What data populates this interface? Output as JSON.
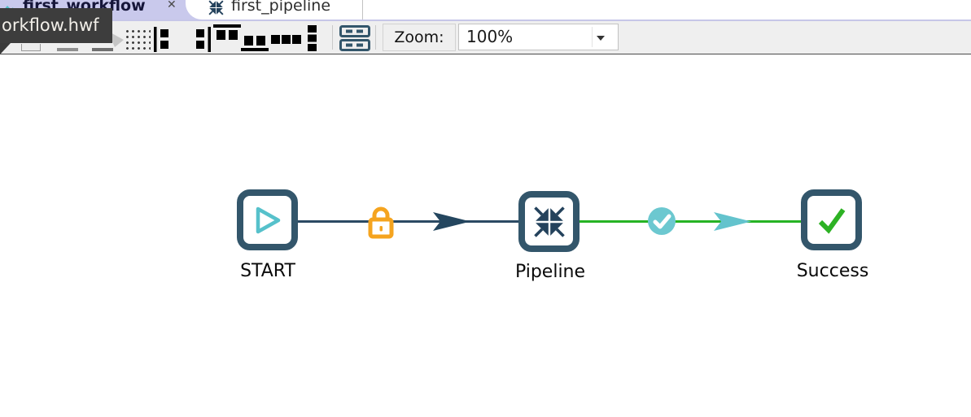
{
  "tabs": [
    {
      "label": "first_workflow",
      "close": "✕",
      "selected": true,
      "icon": "workflow-icon"
    },
    {
      "label": "first_pipeline",
      "selected": false,
      "icon": "pipeline-icon"
    }
  ],
  "tooltip": {
    "text": "orkflow.hwf"
  },
  "toolbar": {
    "zoom_label": "Zoom:",
    "zoom_value": "100%",
    "icons": [
      "snap-to-grid",
      "align-left",
      "align-right",
      "align-top",
      "align-bottom",
      "distribute-horizontally",
      "distribute-vertically",
      "stack-rows"
    ]
  },
  "canvas": {
    "nodes": [
      {
        "label": "START",
        "icon": "play-icon"
      },
      {
        "label": "Pipeline",
        "icon": "pipeline-icon"
      },
      {
        "label": "Success",
        "icon": "check-icon"
      }
    ],
    "connections": [
      {
        "from": "START",
        "to": "Pipeline",
        "color": "#2B4A63",
        "badge": "lock-icon"
      },
      {
        "from": "Pipeline",
        "to": "Success",
        "color": "#26B324",
        "badge": "check-circle-icon"
      }
    ]
  },
  "colors": {
    "node_border": "#33566B",
    "teal": "#56C1CB",
    "green": "#2DB224",
    "green_line": "#26B324",
    "navy_line": "#2B4A63",
    "orange": "#F5A41F",
    "tab_selected_bg": "#C9C9EC",
    "tooltip_bg": "#3D3D3D",
    "toolbar_bg": "#EFEFEF"
  }
}
